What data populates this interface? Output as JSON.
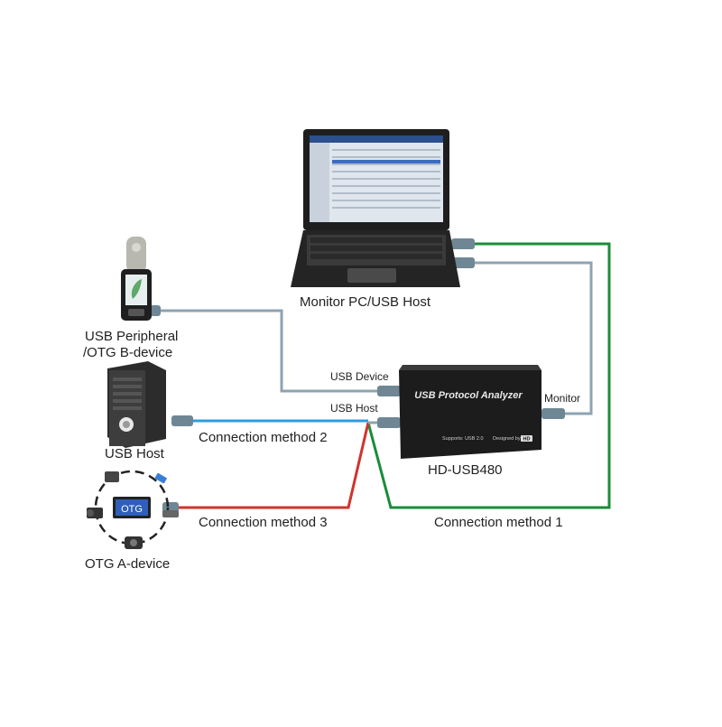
{
  "labels": {
    "monitor_pc": "Monitor PC/USB Host",
    "usb_peripheral_line1": "USB Peripheral",
    "usb_peripheral_line2": "/OTG B-device",
    "usb_device_port": "USB Device",
    "usb_host_port": "USB Host",
    "monitor_port": "Monitor",
    "usb_host_pc": "USB Host",
    "otg_a_device": "OTG A-device",
    "connection_method_1": "Connection method 1",
    "connection_method_2": "Connection method 2",
    "connection_method_3": "Connection method 3",
    "analyzer_model": "HD-USB480"
  },
  "analyzer": {
    "title": "USB Protocol Analyzer",
    "supports_text": "Supports: USB 2.0",
    "designed_by": "Designed by",
    "brand_badge": "HD"
  },
  "otg_badge": "OTG",
  "colors": {
    "method_1": "#1a8c3a",
    "method_2": "#2f9be0",
    "method_3": "#d0342c",
    "cable_grey": "#8ea3b0",
    "device_dark": "#1e1e1e"
  },
  "icons": [
    "laptop-icon",
    "mobile-phone-icon",
    "desktop-tower-icon",
    "otg-devices-icon",
    "analyzer-box-icon"
  ]
}
